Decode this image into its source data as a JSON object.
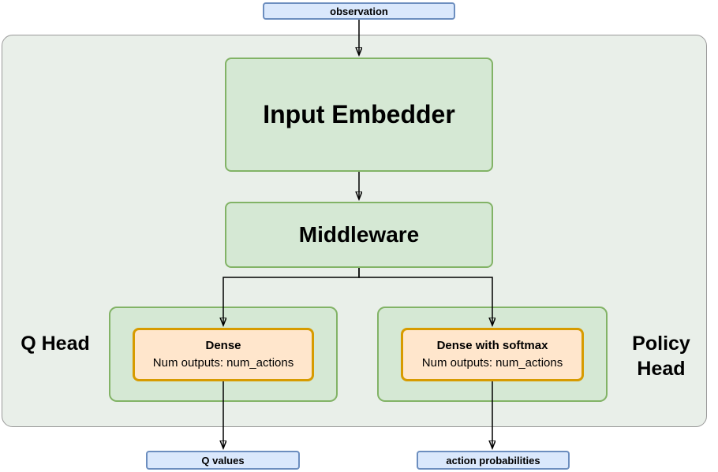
{
  "nodes": {
    "observation": "observation",
    "input_embedder": "Input Embedder",
    "middleware": "Middleware",
    "q_head": "Q Head",
    "policy_head": "Policy Head",
    "q_dense": {
      "title": "Dense",
      "subtitle": "Num outputs: num_actions"
    },
    "policy_dense": {
      "title": "Dense with softmax",
      "subtitle": "Num outputs: num_actions"
    },
    "q_values": "Q values",
    "action_probabilities": "action probabilities"
  },
  "colors": {
    "green_fill": "#d5e8d4",
    "green_border": "#82b366",
    "orange_fill": "#ffe6cc",
    "orange_border": "#d79b00",
    "blue_fill": "#dae8fc",
    "blue_border": "#6c8ebf",
    "container_fill": "#e9efe9",
    "container_border": "#9a9a9a",
    "arrow": "#000000"
  }
}
